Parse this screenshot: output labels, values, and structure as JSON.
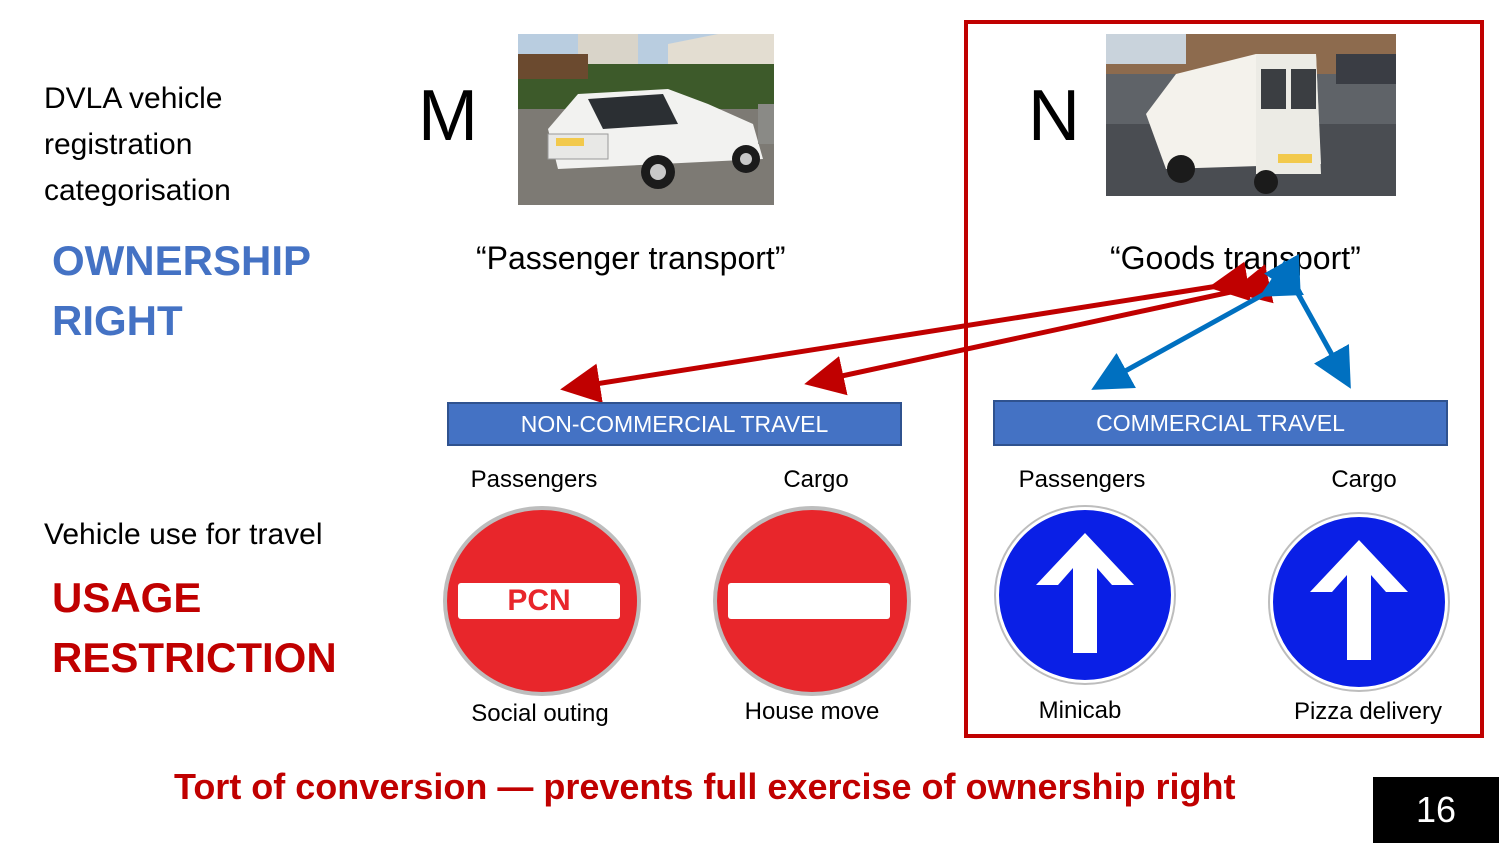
{
  "left_labels": {
    "dvla": "DVLA vehicle registration categorisation",
    "ownership": "OWNERSHIP RIGHT",
    "vehicle_use": "Vehicle use for travel",
    "usage": "USAGE RESTRICTION"
  },
  "categories": {
    "m_letter": "M",
    "n_letter": "N",
    "m_desc": "“Passenger transport”",
    "n_desc": "“Goods transport”"
  },
  "bars": {
    "non_commercial": "NON-COMMERCIAL TRAVEL",
    "commercial": "COMMERCIAL TRAVEL"
  },
  "signs": [
    {
      "top": "Passengers",
      "bottom": "Social outing",
      "sign_text": "PCN",
      "type": "no-entry"
    },
    {
      "top": "Cargo",
      "bottom": "House move",
      "sign_text": "",
      "type": "no-entry"
    },
    {
      "top": "Passengers",
      "bottom": "Minicab",
      "sign_text": "",
      "type": "ahead-only"
    },
    {
      "top": "Cargo",
      "bottom": "Pizza delivery",
      "sign_text": "",
      "type": "ahead-only"
    }
  ],
  "footer": "Tort of conversion — prevents full exercise of ownership right",
  "page_number": "16",
  "colors": {
    "accent_blue": "#4472C4",
    "accent_red": "#C00000",
    "sign_red": "#E8262B",
    "sign_blue": "#0A1FE6",
    "arrow_blue": "#0070C0"
  }
}
